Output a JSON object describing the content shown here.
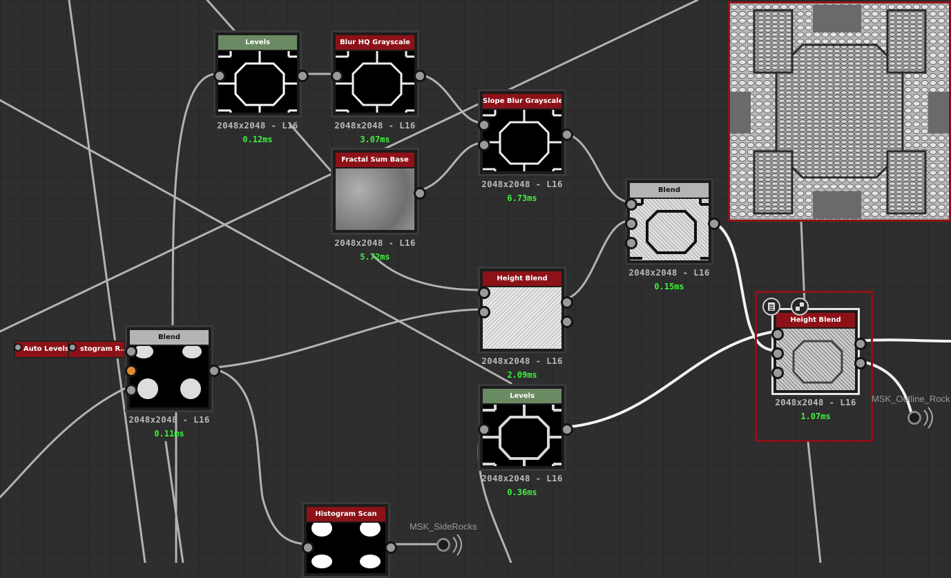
{
  "nodes": {
    "levels_top": {
      "title": "Levels",
      "res": "2048x2048 - L16",
      "time": "0.12ms"
    },
    "blur_hq": {
      "title": "Blur HQ Grayscale",
      "res": "2048x2048 - L16",
      "time": "3.07ms"
    },
    "fractal_sum": {
      "title": "Fractal Sum Base",
      "res": "2048x2048 - L16",
      "time": "5.72ms"
    },
    "slope_blur": {
      "title": "Slope Blur Grayscale",
      "res": "2048x2048 - L16",
      "time": "6.73ms"
    },
    "blend_mid": {
      "title": "Blend",
      "res": "2048x2048 - L16",
      "time": "0.15ms"
    },
    "height_blend_mid": {
      "title": "Height Blend",
      "res": "2048x2048 - L16",
      "time": "2.09ms"
    },
    "levels_bottom": {
      "title": "Levels",
      "res": "2048x2048 - L16",
      "time": "0.36ms"
    },
    "blend_left": {
      "title": "Blend",
      "res": "2048x2048 - L16",
      "time": "0.11ms"
    },
    "height_blend_right": {
      "title": "Height Blend",
      "res": "2048x2048 - L16",
      "time": "1.07ms"
    },
    "histogram_scan": {
      "title": "Histogram Scan"
    }
  },
  "chips": {
    "auto_levels": "Auto Levels",
    "histogram_range": "stogram R..."
  },
  "outputs": {
    "side_rocks": "MSK_SideRocks",
    "outline_rock": "MSK_Outline_Rock"
  },
  "icons": [
    "list-icon",
    "checker-icon"
  ],
  "colors": {
    "accent_red": "#8d1218",
    "levels_green": "#6a8a64",
    "time_green": "#3df03d"
  }
}
